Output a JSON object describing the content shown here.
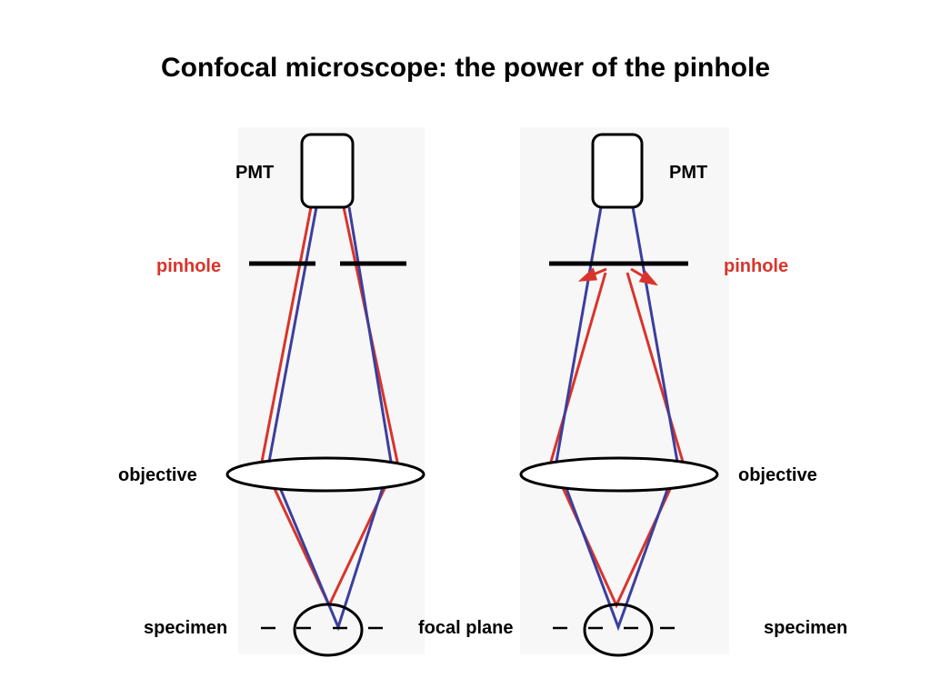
{
  "title": "Confocal microscope: the power of the pinhole",
  "colors": {
    "red_ray": "#d9342b",
    "blue_ray": "#3b3f9e",
    "outline": "#000000",
    "panel_bg": "#f7f7f7",
    "label_red": "#d9342b"
  },
  "left_panel": {
    "pmt_label": "PMT",
    "pinhole_label": "pinhole",
    "objective_label": "objective",
    "specimen_label": "specimen"
  },
  "right_panel": {
    "pmt_label": "PMT",
    "pinhole_label": "pinhole",
    "objective_label": "objective",
    "specimen_label": "specimen"
  },
  "focal_plane_label": "focal plane"
}
